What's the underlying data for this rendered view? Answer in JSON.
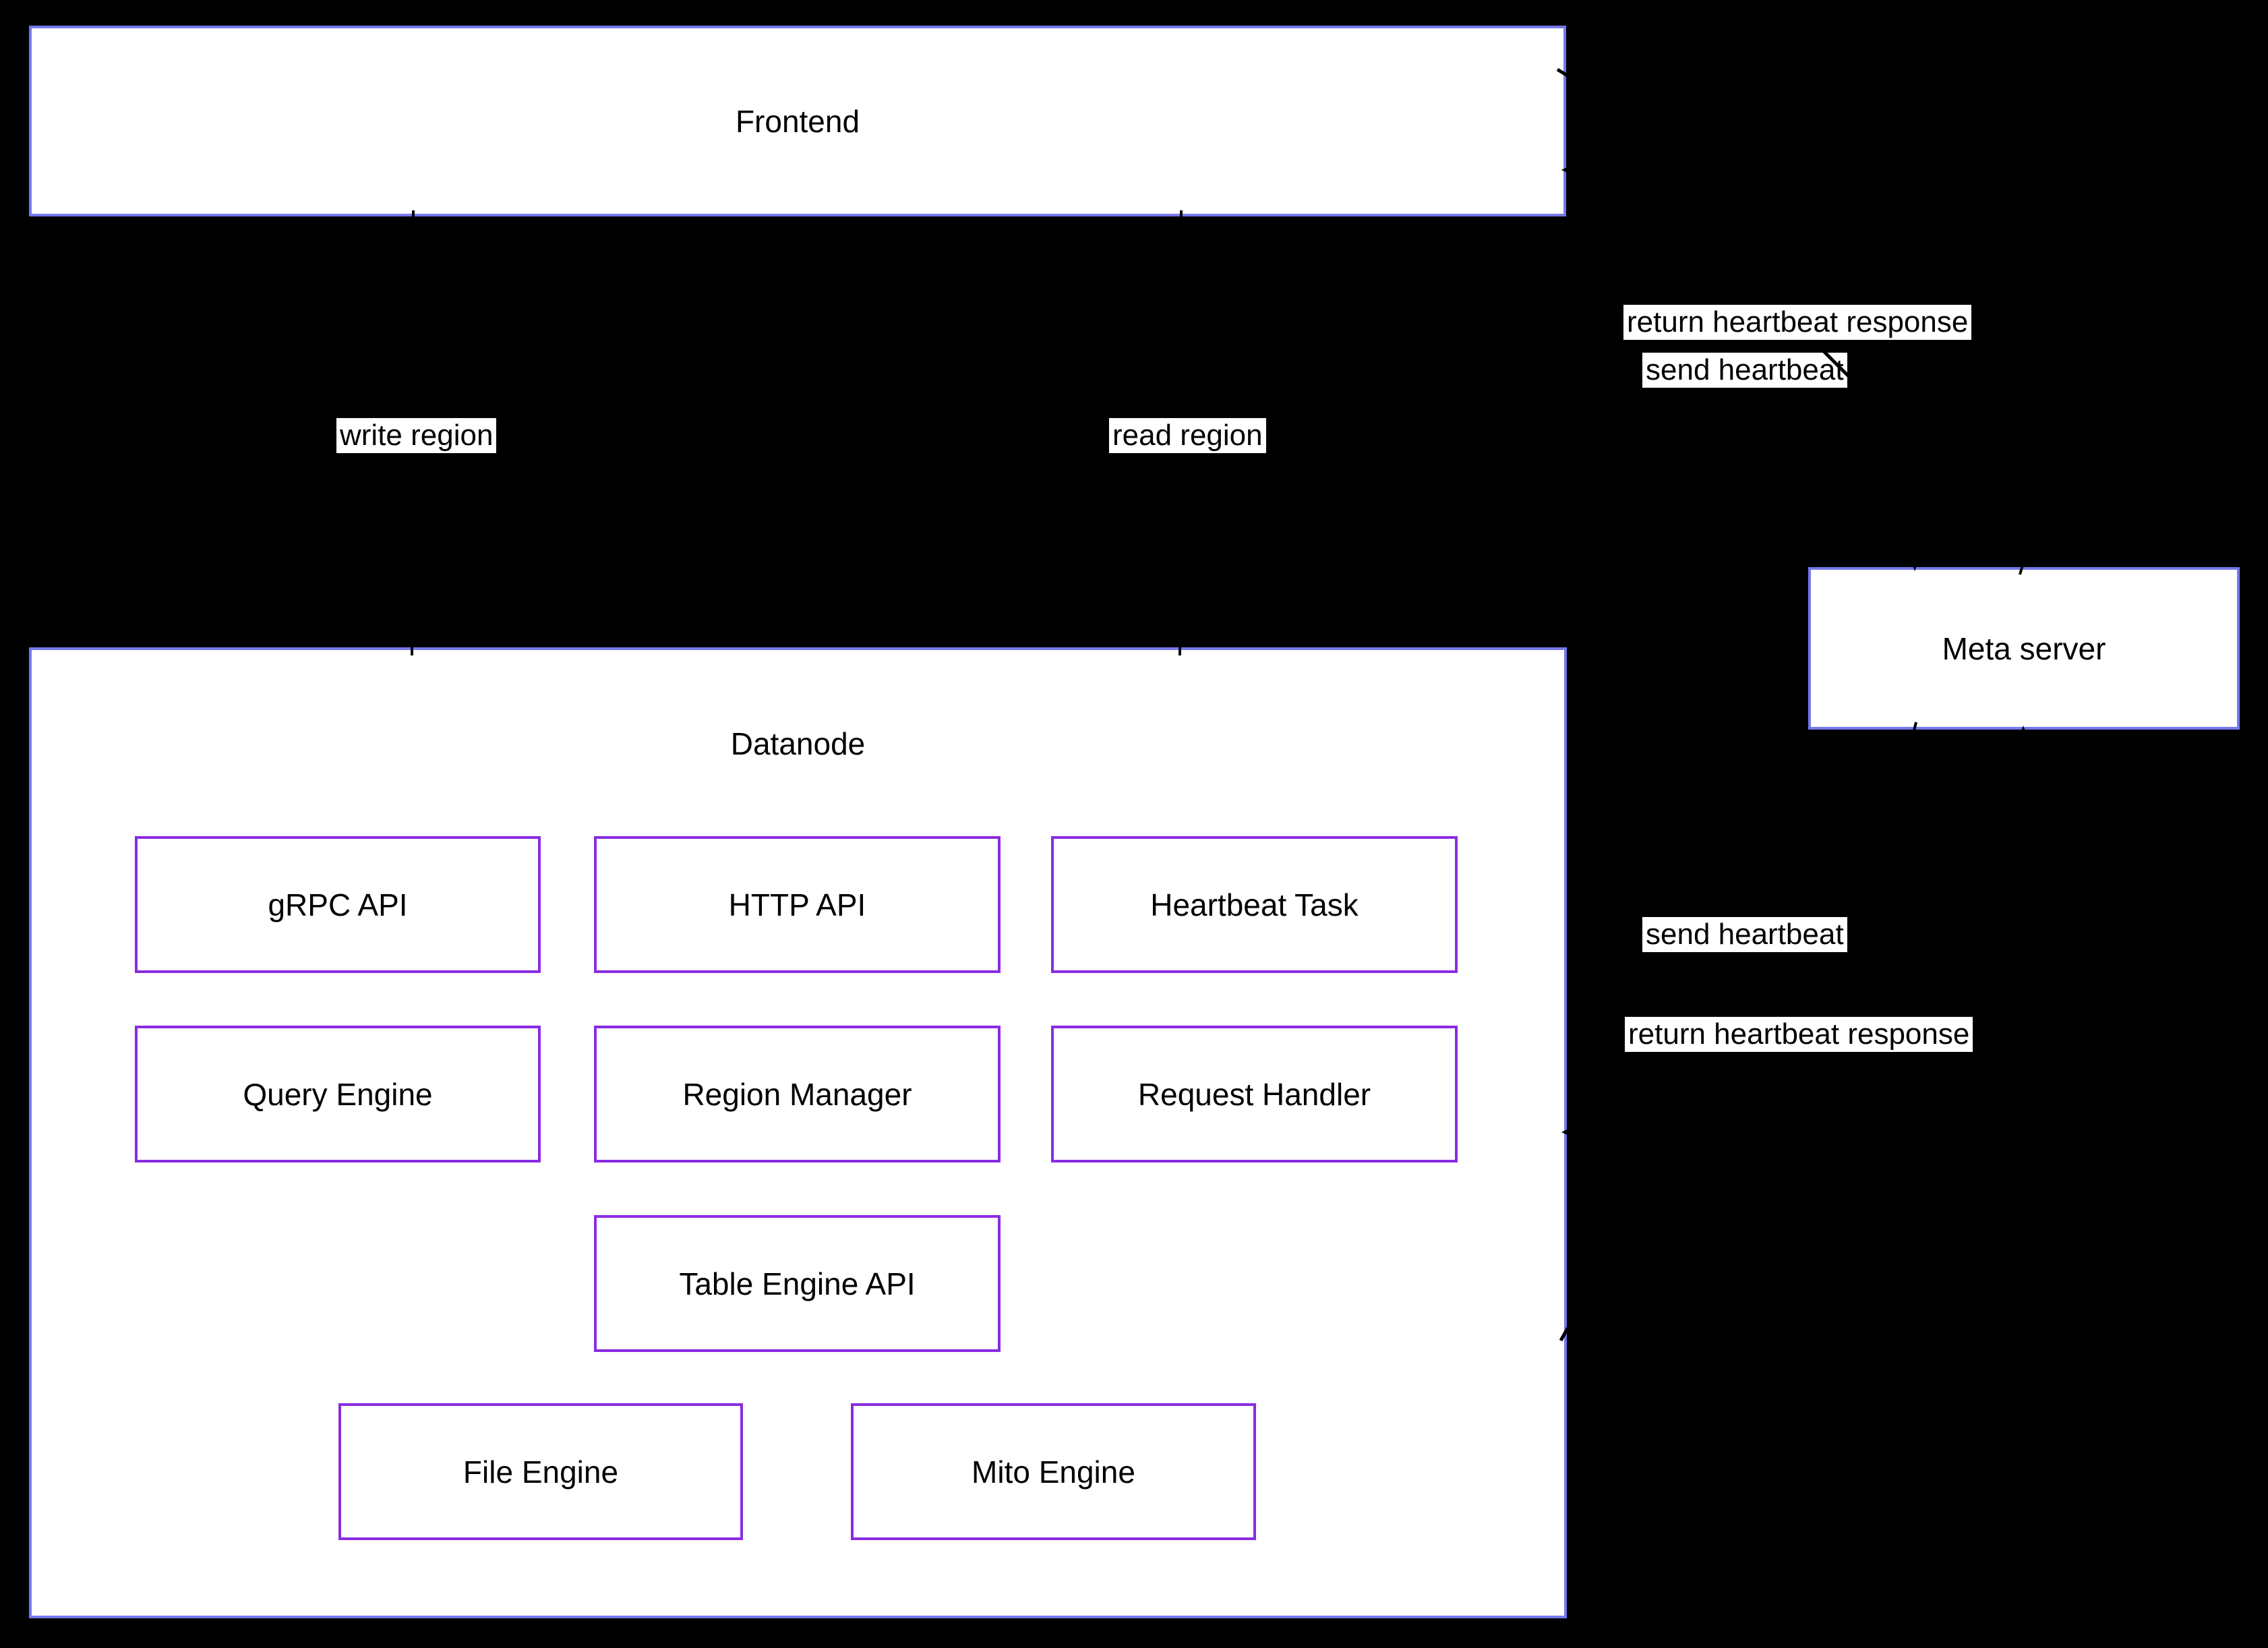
{
  "diagram": {
    "background": "#000000",
    "node_fill": "#ffffff",
    "outer_border_color": "#7678ee",
    "component_border_color": "#8a2be2",
    "edge_color": "#000000",
    "edge_label_bg": "#ffffff",
    "text_color": "#000000",
    "nodes": {
      "frontend": {
        "label": "Frontend"
      },
      "datanode": {
        "label": "Datanode"
      },
      "meta_server": {
        "label": "Meta server"
      }
    },
    "components": [
      {
        "label": "gRPC API"
      },
      {
        "label": "HTTP API"
      },
      {
        "label": "Heartbeat Task"
      },
      {
        "label": "Query Engine"
      },
      {
        "label": "Region Manager"
      },
      {
        "label": "Request Handler"
      },
      {
        "label": "Table Engine API"
      },
      {
        "label": "File Engine"
      },
      {
        "label": "Mito Engine"
      }
    ],
    "edge_labels": {
      "write_region": "write region",
      "read_region": "read region",
      "frontend_meta_send": "send heartbeat",
      "frontend_meta_return": "return heartbeat response",
      "datanode_meta_send": "send heartbeat",
      "datanode_meta_return": "return heartbeat response"
    }
  }
}
